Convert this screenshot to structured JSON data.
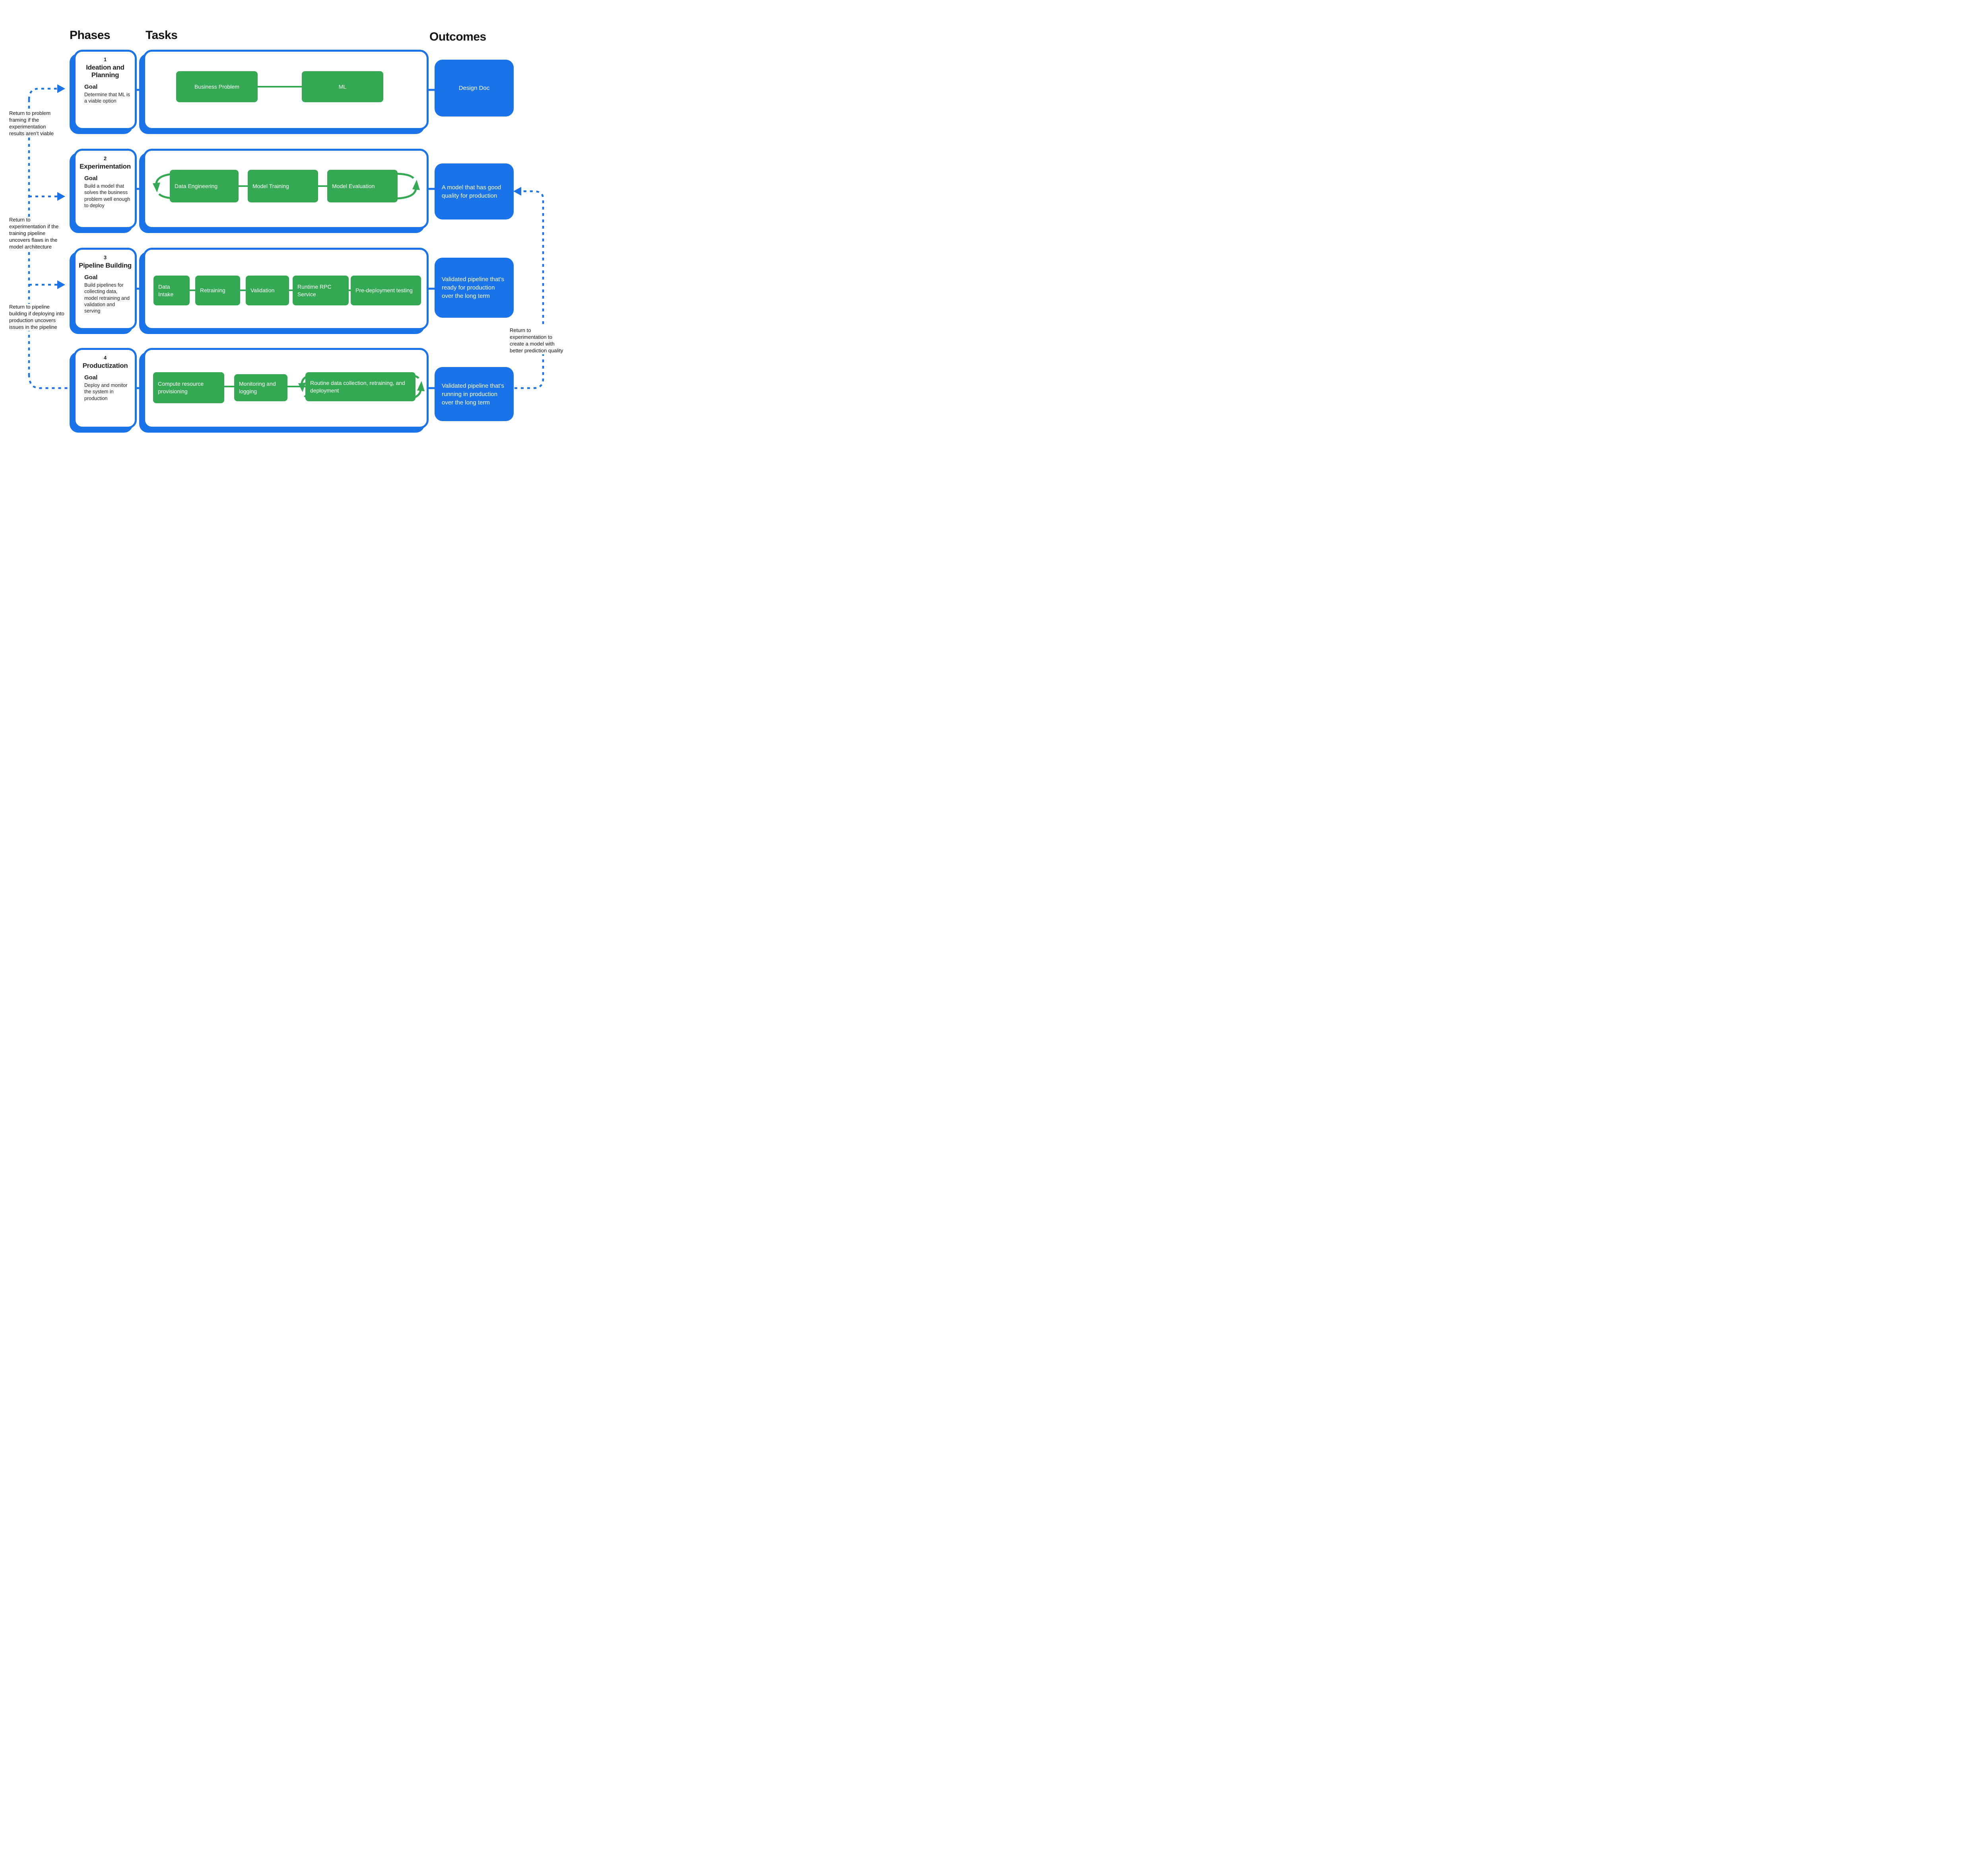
{
  "header": {
    "phases": "Phases",
    "tasks": "Tasks",
    "outcomes": "Outcomes"
  },
  "colors": {
    "accent_blue": "#1A73E8",
    "task_green": "#34A853",
    "text_black": "#202124",
    "box_text_white": "#FFFFFF"
  },
  "phases": [
    {
      "number": "1",
      "title": "Ideation and Planning",
      "goal_label": "Goal",
      "goal": "Determine that ML is a viable option",
      "tasks": [
        "Business Problem",
        "ML"
      ],
      "outcome": "Design Doc"
    },
    {
      "number": "2",
      "title": "Experimentation",
      "goal_label": "Goal",
      "goal": "Build a model that solves the business problem well enough to deploy",
      "tasks": [
        "Data Engineering",
        "Model Training",
        "Model Evaluation"
      ],
      "outcome": "A model that has good quality for production"
    },
    {
      "number": "3",
      "title": "Pipeline Building",
      "goal_label": "Goal",
      "goal": "Build pipelines for collecting data, model retraining and validation and serving",
      "tasks": [
        "Data Intake",
        "Retraining",
        "Validation",
        "Runtime RPC Service",
        "Pre-deployment testing"
      ],
      "outcome": "Validated pipeline that’s ready for production over the long term"
    },
    {
      "number": "4",
      "title": "Productization",
      "goal_label": "Goal",
      "goal": "Deploy and monitor the system in production",
      "tasks": [
        "Compute resource provisioning",
        "Monitoring and logging",
        "Routine data collection, retraining, and deployment"
      ],
      "outcome": "Validated pipeline that’s running in production over the long term"
    }
  ],
  "annotations": {
    "left": [
      "Return to problem framing if the experimentation results aren’t viable",
      "Return to experimentation if the training pipeline uncovers flaws in the model architecture",
      "Return to pipeline building if deploying into production uncovers issues in the pipeline"
    ],
    "right": "Return to experimentation to create a model with better prediction quality"
  }
}
